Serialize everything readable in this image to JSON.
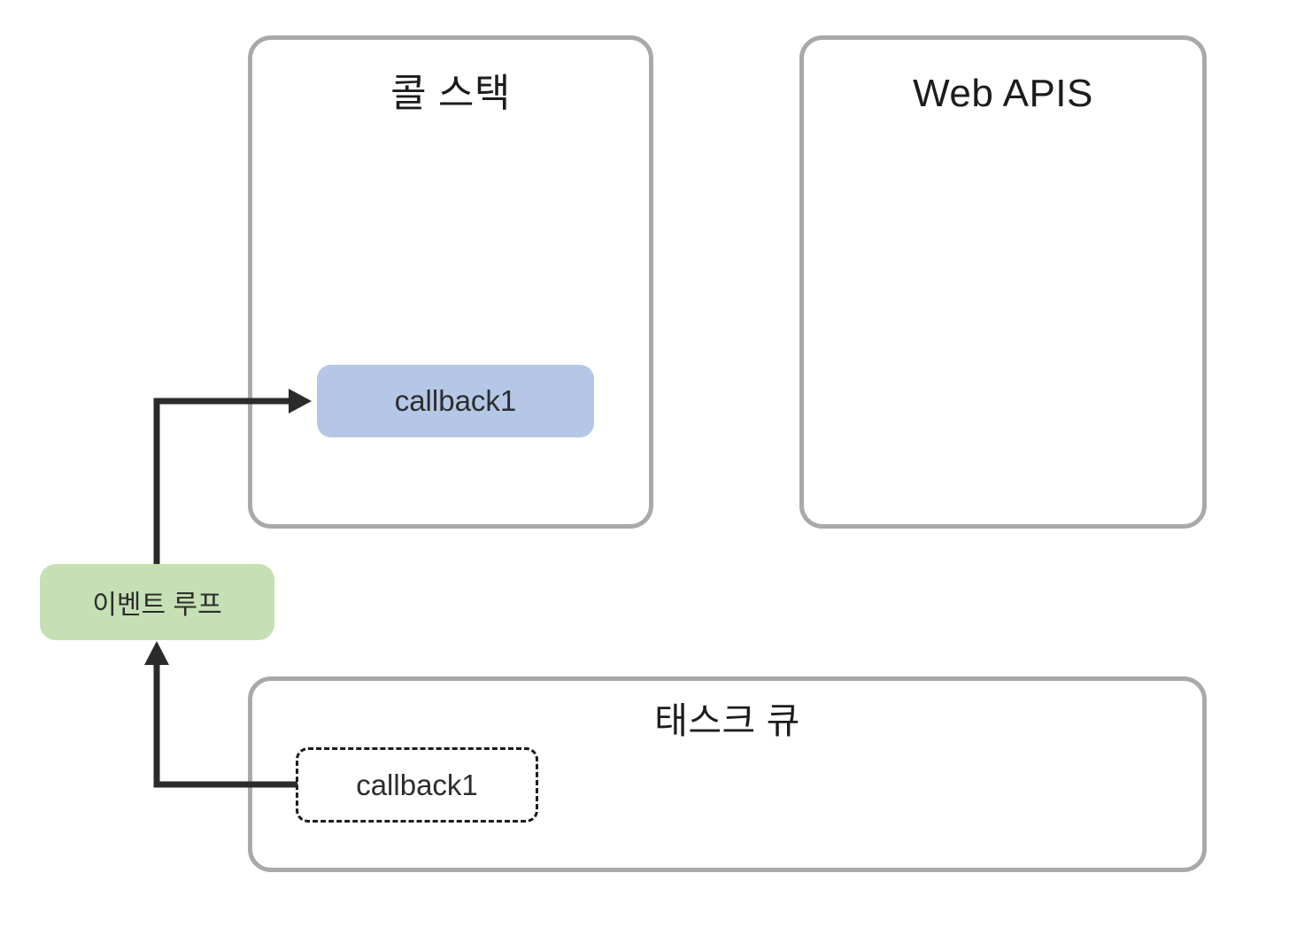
{
  "diagram": {
    "call_stack": {
      "title": "콜 스택",
      "items": [
        {
          "label": "callback1"
        }
      ]
    },
    "web_apis": {
      "title": "Web APIS",
      "items": []
    },
    "event_loop": {
      "label": "이벤트 루프"
    },
    "task_queue": {
      "title": "태스크 큐",
      "items": [
        {
          "label": "callback1"
        }
      ]
    },
    "arrows": [
      {
        "name": "task-queue-to-event-loop",
        "from": "task_queue.callback1",
        "to": "event_loop"
      },
      {
        "name": "event-loop-to-call-stack",
        "from": "event_loop",
        "to": "call_stack.callback1"
      }
    ]
  },
  "colors": {
    "panel_border": "#a9a9a9",
    "callback_fill": "#b4c7e7",
    "event_loop_fill": "#c5e0b4",
    "arrow": "#2b2b2b",
    "text": "#1c1c1c"
  }
}
